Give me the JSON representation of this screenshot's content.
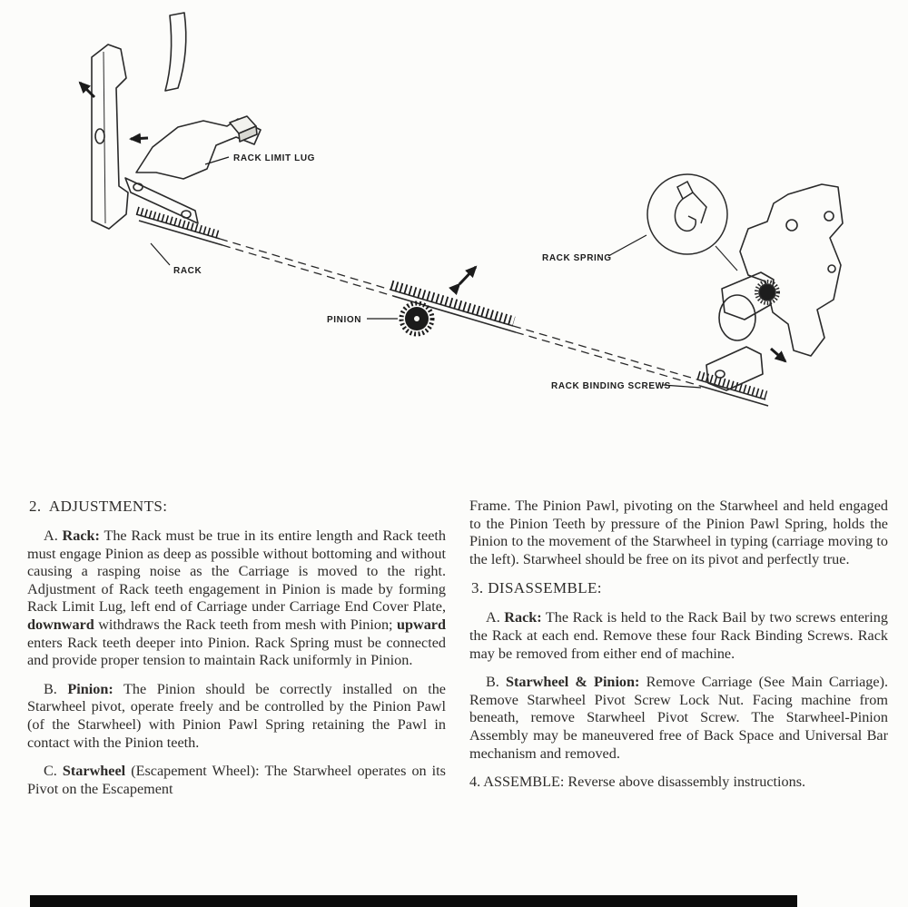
{
  "diagram": {
    "labels": {
      "rack_limit_lug": "RACK LIMIT LUG",
      "rack": "RACK",
      "pinion": "PINION",
      "rack_spring": "RACK SPRING",
      "rack_binding_screws": "RACK BINDING SCREWS"
    }
  },
  "adjustments": {
    "heading": "2.  ADJUSTMENTS:",
    "a": {
      "lead": "A. ",
      "term": "Rack:",
      "s1": " The Rack must be true in its entire length and Rack teeth must engage Pinion as deep as possible without bottoming and without causing a rasping noise as the Carriage is moved to the right. Adjustment of Rack teeth engagement in Pinion is made by forming Rack Limit Lug, left end of Carriage under Carriage End Cover Plate, ",
      "b1": "downward",
      "s2": " withdraws the Rack teeth from mesh with Pinion; ",
      "b2": "upward",
      "s3": " enters Rack teeth deeper into Pinion. Rack Spring must be connected and provide proper tension to maintain Rack uniformly in Pinion."
    },
    "b": {
      "lead": "B. ",
      "term": "Pinion:",
      "s1": " The Pinion should be correctly installed on the Starwheel pivot, operate freely and be controlled by the Pinion Pawl (of the Starwheel) with Pinion Pawl Spring retaining the Pawl in contact with the Pinion teeth."
    },
    "c": {
      "lead": "C. ",
      "term": "Starwheel",
      "s1": " (Escapement Wheel): The Starwheel operates on its Pivot on the Escapement",
      "s2": "Frame. The Pinion Pawl, pivoting on the Starwheel and held engaged to the Pinion Teeth by pressure of the Pinion Pawl Spring, holds the Pinion to the movement of the Starwheel in typing (carriage moving to the left). Starwheel should be free on its pivot and perfectly true."
    }
  },
  "disassemble": {
    "heading": "3. DISASSEMBLE:",
    "a": {
      "lead": "A. ",
      "term": "Rack:",
      "s1": " The Rack is held to the Rack Bail by two screws entering the Rack at each end. Remove these four Rack Binding Screws. Rack may be removed from either end of machine."
    },
    "b": {
      "lead": "B. ",
      "term": "Starwheel & Pinion:",
      "s1": " Remove Carriage (See Main Carriage). Remove Starwheel Pivot Screw Lock Nut. Facing machine from beneath, remove Starwheel Pivot Screw. The Starwheel-Pinion Assembly may be maneuvered free of Back Space and Universal Bar mechanism and removed."
    }
  },
  "assemble": {
    "text": "4. ASSEMBLE: Reverse above disassembly instructions."
  }
}
